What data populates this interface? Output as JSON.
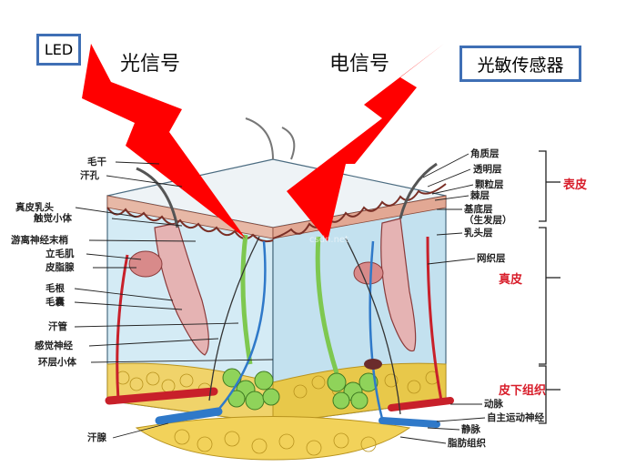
{
  "top": {
    "led_label": "LED",
    "light_signal": "光信号",
    "electric_signal": "电信号",
    "sensor_label": "光敏传感器"
  },
  "diagram": {
    "left_labels": [
      "毛干",
      "汗孔",
      "真皮乳头",
      "触觉小体",
      "游离神经末梢",
      "立毛肌",
      "皮脂腺",
      "毛根",
      "毛囊",
      "汗管",
      "感觉神经",
      "环层小体",
      "汗腺"
    ],
    "right_labels": [
      "角质层",
      "透明层",
      "颗粒层",
      "棘层",
      "基底层",
      "（生发层）",
      "乳头层",
      "网织层",
      "动脉",
      "自主运动神经",
      "静脉",
      "脂肪组织"
    ],
    "groups": [
      "表皮",
      "真皮",
      "皮下组织"
    ],
    "watermark": "csdn.net"
  },
  "colors": {
    "bolt": "#ff0000",
    "box_border": "#3f6fb5",
    "group_text": "#d81e2b",
    "skin_blue": "#cfe6f2",
    "fat_yellow": "#e8c84a",
    "gland_green": "#7ec850",
    "artery_red": "#c8202a",
    "vein_blue": "#2f79c9"
  }
}
